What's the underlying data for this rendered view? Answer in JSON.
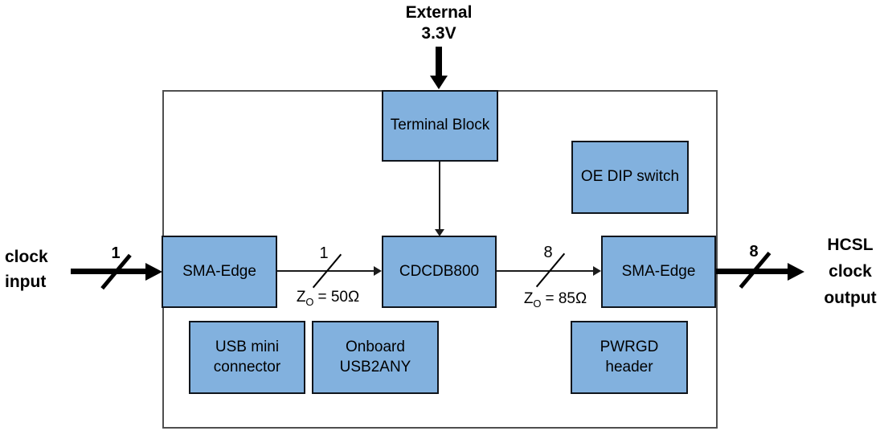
{
  "colors": {
    "block_fill": "#82B1DE",
    "block_border": "#10151c",
    "board_border": "#4f4f4f",
    "line": "#1c1c1c",
    "text": "#000000",
    "background": "#ffffff"
  },
  "power_label": {
    "lines": [
      "External",
      "3.3V"
    ]
  },
  "input_label": {
    "lines": [
      "clock",
      "input"
    ]
  },
  "output_label": {
    "lines": [
      "HCSL",
      "clock",
      "output"
    ]
  },
  "blocks": {
    "terminal_block": {
      "label": "Terminal Block"
    },
    "oe_dip_switch": {
      "label": "OE DIP switch"
    },
    "sma_edge_input": {
      "label": "SMA-Edge"
    },
    "cdcdb800": {
      "label": "CDCDB800"
    },
    "sma_edge_output": {
      "label": "SMA-Edge"
    },
    "usb_mini_connector": {
      "label": "USB mini connector"
    },
    "onboard_usb2any": {
      "label": "Onboard USB2ANY"
    },
    "pwrgd_header": {
      "label": "PWRGD header"
    }
  },
  "bus_widths": {
    "clock_input": "1",
    "sma_to_cdcdb800": "1",
    "cdcdb800_to_sma": "8",
    "clock_output": "8"
  },
  "impedance": {
    "z": "Z",
    "sub": "O",
    "input_value": "= 50Ω",
    "output_value": "= 85Ω"
  }
}
